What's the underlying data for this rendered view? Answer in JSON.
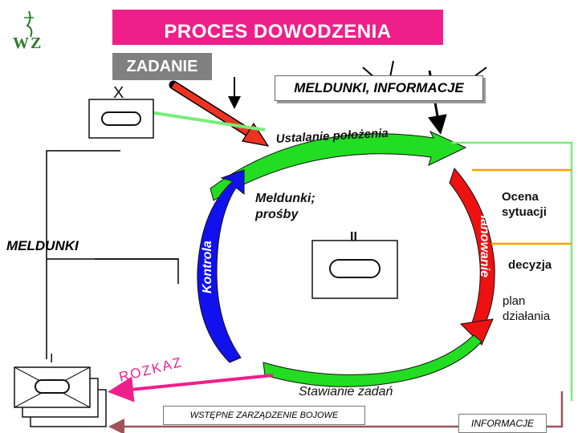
{
  "header": {
    "title": "PROCES DOWODZENIA",
    "logo_text": "WZ"
  },
  "labels": {
    "zadanie": "ZADANIE",
    "meldunki_informacje": "MELDUNKI, INFORMACJE",
    "ustalanie": "Ustalanie położenia",
    "meldunki_prosby_1": "Meldunki;",
    "meldunki_prosby_2": "prośby",
    "meldunki": "MELDUNKI",
    "kontrola": "Kontrola",
    "planowanie": "Planowanie",
    "ocena_1": "Ocena",
    "ocena_2": "sytuacji",
    "decyzja": "decyzja",
    "plan_1": "plan",
    "plan_2": "działania",
    "rozkaz": "ROZKAZ",
    "stawianie": "Stawianie zadań",
    "wstepne": "WSTĘPNE ZARZĄDZENIE BOJOWE",
    "informacje": "INFORMACJE",
    "echelon_top": "X",
    "echelon_mid": "II",
    "echelon_low": "I"
  },
  "colors": {
    "title_bg": "#ee1f8a",
    "zadanie_bg": "#808080",
    "arrow_green": "#22dd22",
    "arrow_red": "#ee1111",
    "arrow_blue": "#1111ee",
    "arrow_magenta": "#ee1f8a",
    "line_orange": "#f5a000",
    "line_lightgreen": "#77ee77",
    "line_brown": "#a0525a"
  },
  "icons": [
    "logo-icon",
    "unit-symbol-icon"
  ]
}
